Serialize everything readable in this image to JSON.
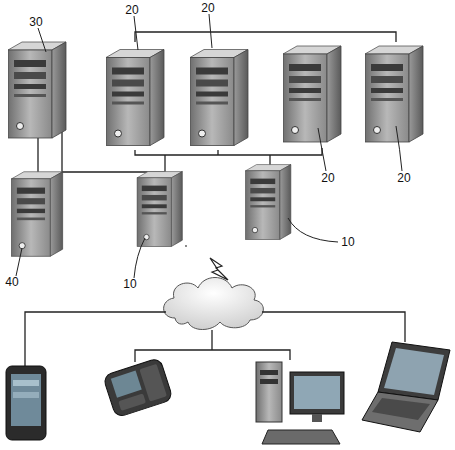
{
  "diagram": {
    "labels": [
      "30",
      "20",
      "20",
      "20",
      "20",
      "10",
      "40",
      "10"
    ]
  }
}
